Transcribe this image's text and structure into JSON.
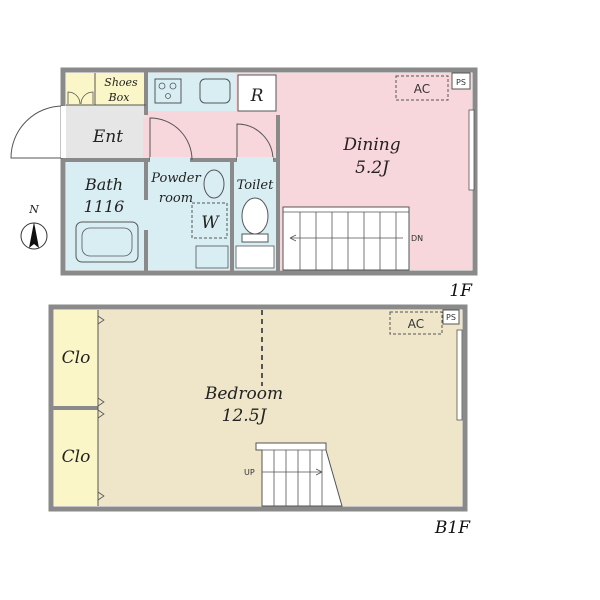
{
  "colors": {
    "wall": "#8a8a8a",
    "dining": "#f7d6dc",
    "wet": "#d9eef3",
    "entrance": "#e6e6e6",
    "storage": "#fbf6c8",
    "bedroom": "#efe5c9",
    "line": "#555555"
  },
  "floor1": {
    "label": "1F",
    "rooms": {
      "shoes_box": "Shoes Box",
      "ent": "Ent",
      "dining": "Dining",
      "dining_size": "5.2J",
      "bath": "Bath",
      "bath_size": "1116",
      "powder": "Powder",
      "powder2": "room",
      "washer": "W",
      "toilet": "Toilet",
      "fridge": "R",
      "ac": "AC",
      "ps": "PS",
      "down": "DN"
    }
  },
  "floor2": {
    "label": "B1F",
    "rooms": {
      "clo1": "Clo",
      "clo2": "Clo",
      "bedroom": "Bedroom",
      "bedroom_size": "12.5J",
      "ac": "AC",
      "ps": "PS",
      "up": "UP"
    }
  },
  "compass": {
    "north": "N"
  }
}
